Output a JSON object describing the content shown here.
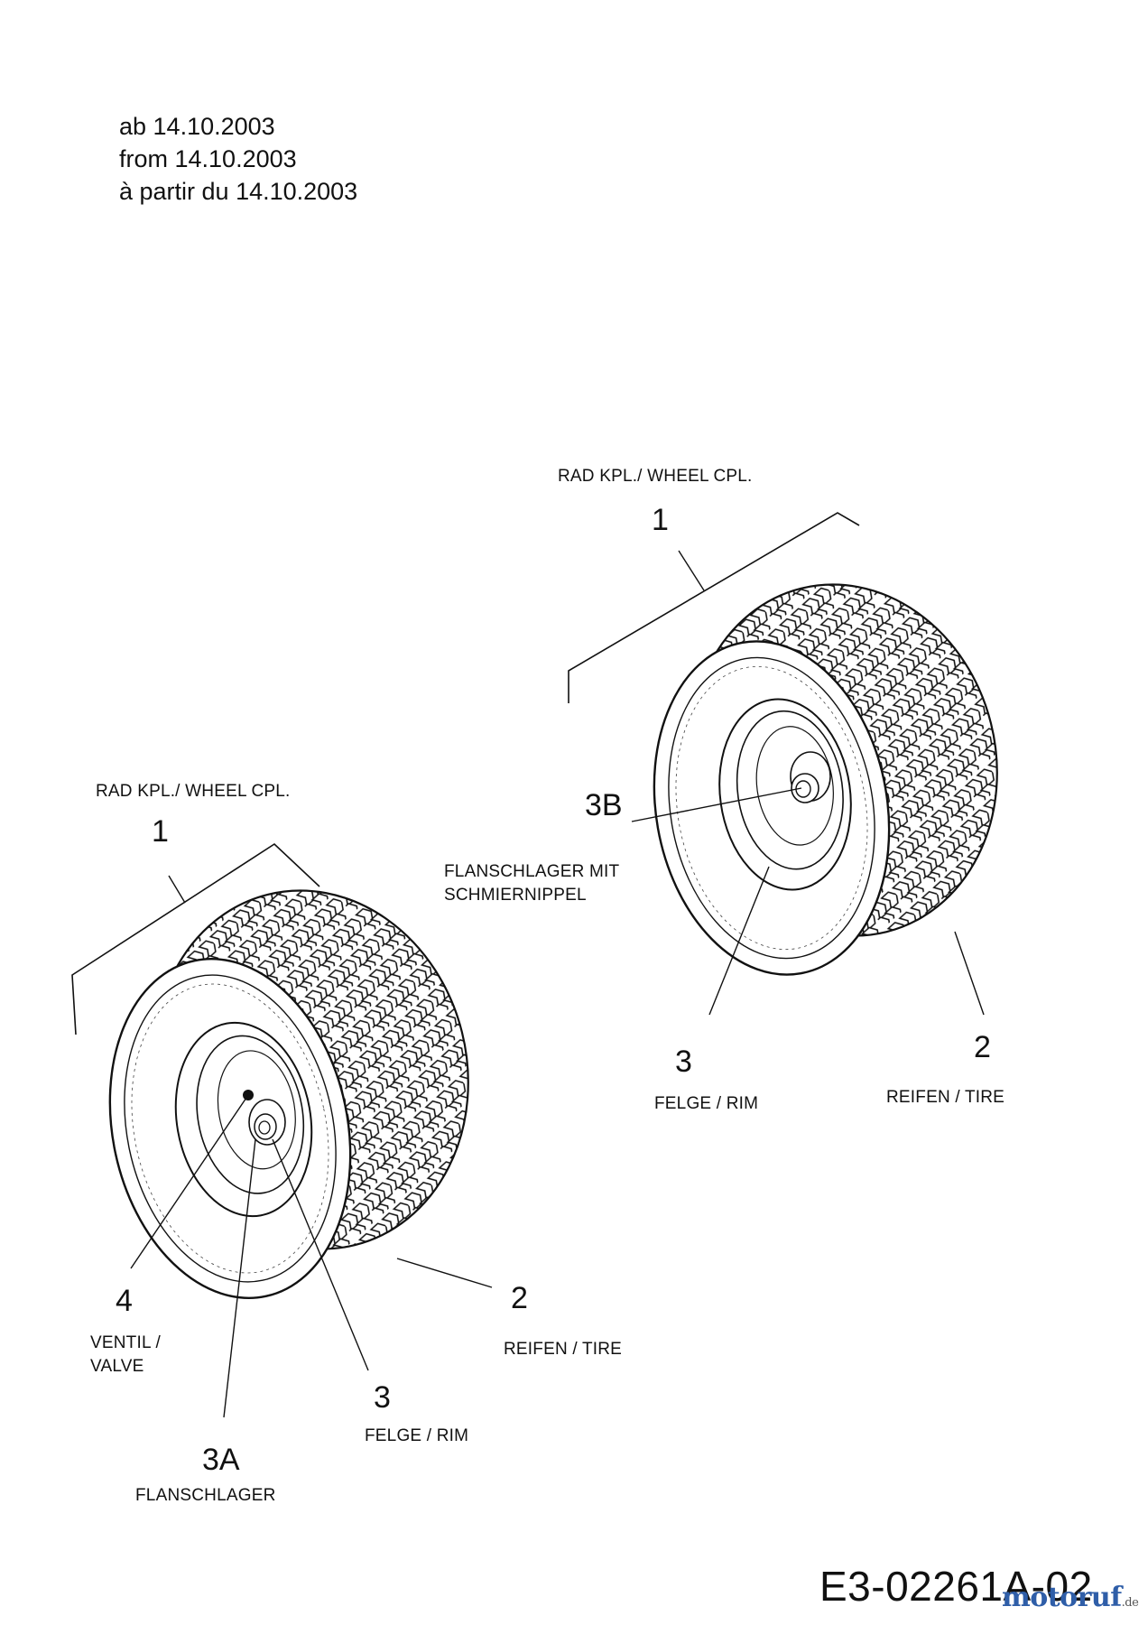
{
  "header": {
    "dates": [
      "ab 14.10.2003",
      "from 14.10.2003",
      "à partir du 14.10.2003"
    ]
  },
  "right_wheel": {
    "assembly_caption": "RAD KPL./ WHEEL CPL.",
    "assembly_number": "1",
    "callouts": [
      {
        "number": "3B",
        "caption": "FLANSCHLAGER MIT\nSCHMIERNIPPEL"
      },
      {
        "number": "3",
        "caption": "FELGE / RIM"
      },
      {
        "number": "2",
        "caption": "REIFEN / TIRE"
      }
    ]
  },
  "left_wheel": {
    "assembly_caption": "RAD KPL./ WHEEL CPL.",
    "assembly_number": "1",
    "callouts": [
      {
        "number": "4",
        "caption": "VENTIL /\nVALVE"
      },
      {
        "number": "2",
        "caption": "REIFEN / TIRE"
      },
      {
        "number": "3",
        "caption": "FELGE / RIM"
      },
      {
        "number": "3A",
        "caption": "FLANSCHLAGER"
      }
    ]
  },
  "footer": {
    "drawing_code": "E3-02261A-02",
    "watermark_main": "motoruf",
    "watermark_suffix": ".de"
  },
  "colors": {
    "ink": "#111111",
    "watermark": "#2f5ea8"
  }
}
